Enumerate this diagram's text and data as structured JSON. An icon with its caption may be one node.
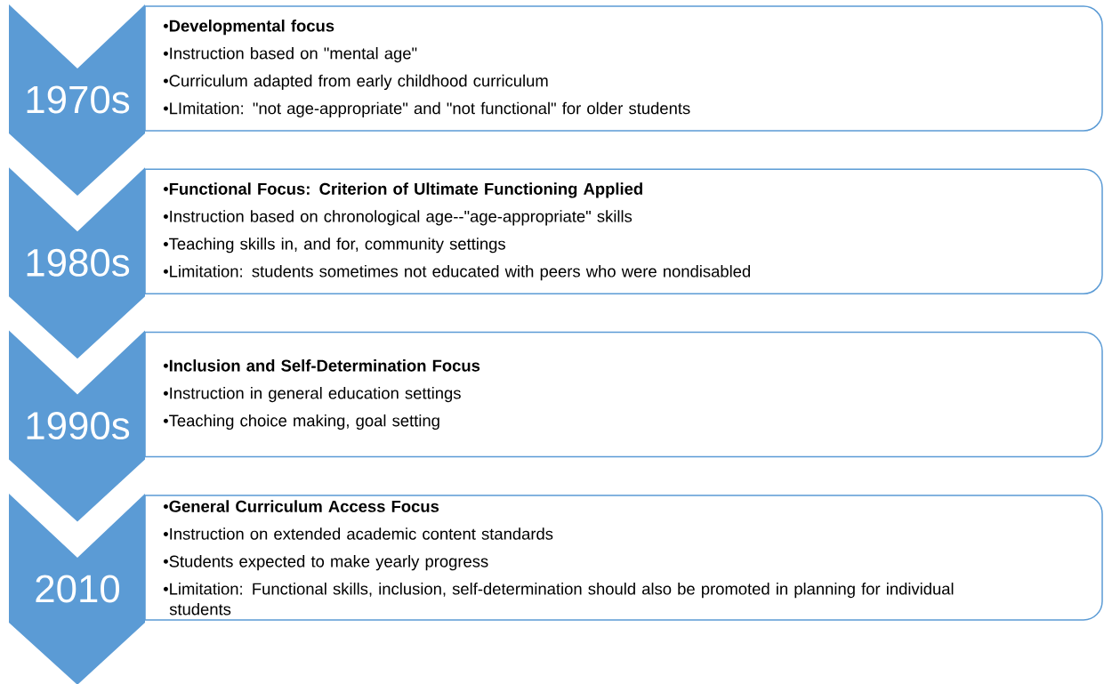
{
  "diagram": {
    "nodes": [
      {
        "text": [
          "1970s"
        ]
      },
      {
        "text": [
          "•**Developmental focus**",
          "•Instruction based on \"mental age\"",
          "•Curriculum adapted from early childhood curriculum",
          "•LImitation: \"not age-appropriate\" and \"not functional\" for older students"
        ]
      },
      {
        "text": [
          "1980s"
        ]
      },
      {
        "text": [
          "•**Functional Focus: Criterion of Ultimate Functioning Applied**",
          "•Instruction based on chronological age--\"age-appropriate\" skills",
          "•Teaching skills in, and for, community settings",
          "•Limitation: students sometimes not educated with peers who were nondisabled"
        ]
      },
      {
        "text": [
          "1990s"
        ]
      },
      {
        "text": [
          "•**Inclusion and Self-Determination Focus**",
          "•Instruction in general education settings",
          "•Teaching choice making, goal setting"
        ]
      },
      {
        "text": [
          "2010"
        ]
      },
      {
        "text": [
          "•**General Curriculum Access Focus**",
          "•Instruction on extended academic content standards",
          "•Students expected to make yearly progress",
          "•Limitation: Functional skills, inclusion, self-determination should also be promoted in planning for individual students"
        ]
      }
    ]
  }
}
